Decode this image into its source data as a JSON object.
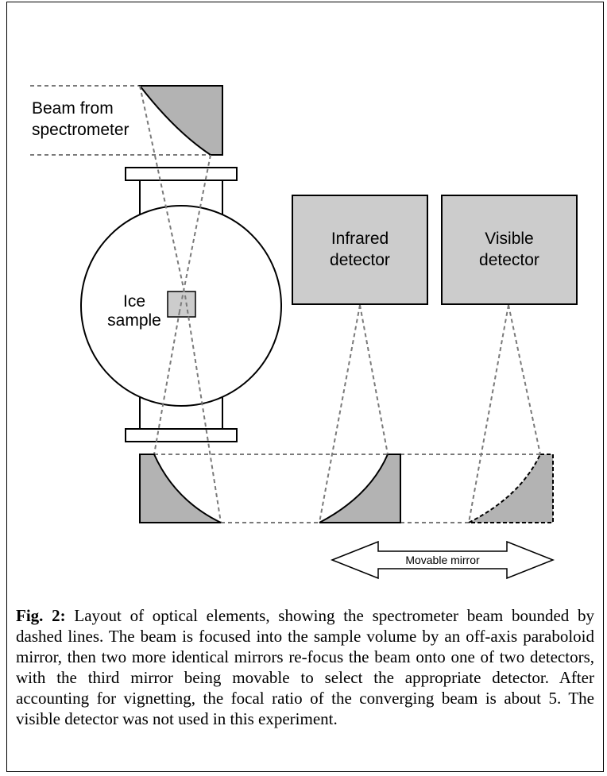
{
  "diagram": {
    "beam_label_line1": "Beam from",
    "beam_label_line2": "spectrometer",
    "sample_label_line1": "Ice",
    "sample_label_line2": "sample",
    "ir_detector_line1": "Infrared",
    "ir_detector_line2": "detector",
    "vis_detector_line1": "Visible",
    "vis_detector_line2": "detector",
    "movable_label": "Movable mirror"
  },
  "caption": {
    "label": "Fig. 2:",
    "text": "Layout of optical elements, showing the spectrometer beam bounded by dashed lines.  The beam is focused into the sample volume by an off-axis paraboloid mirror, then two more identical mirrors re-focus the beam onto one of two detectors, with the third mirror being movable to select the appropriate detector.  After accounting for vignetting, the focal ratio of the converging beam is about 5.  The visible detector was not used in this experiment."
  },
  "colors": {
    "mirror_fill": "#b3b3b3",
    "detector_fill": "#cccccc",
    "beam_dash": "#7a7a7a",
    "outline": "#000000"
  }
}
